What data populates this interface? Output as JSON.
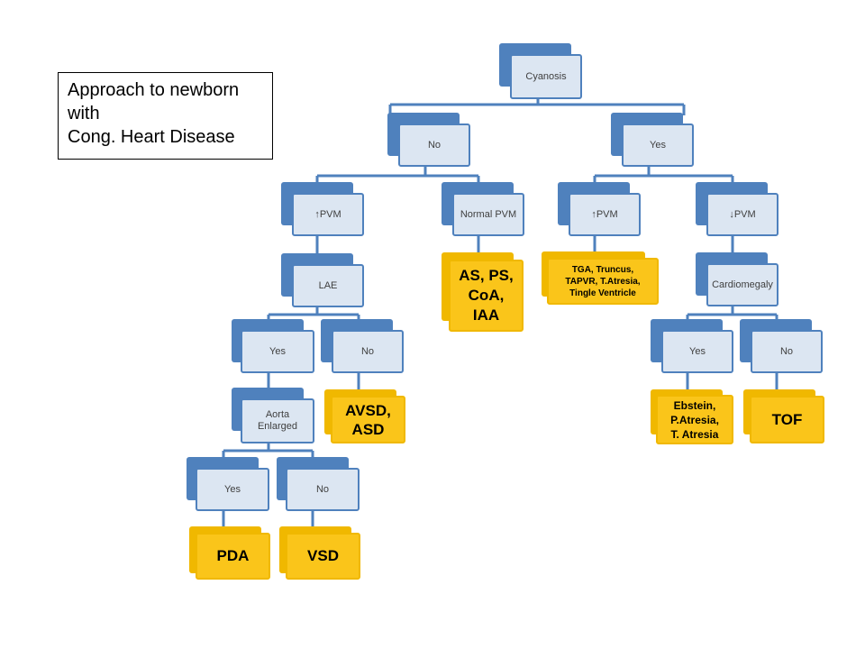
{
  "title": {
    "line1": "Approach to newborn",
    "line2": "with",
    "line3": "Cong. Heart Disease"
  },
  "nodes": {
    "cyanosis": "Cyanosis",
    "no": "No",
    "yes": "Yes",
    "no_pvm_up": "↑PVM",
    "no_pvm_normal": "Normal PVM",
    "yes_pvm_up": "↑PVM",
    "yes_pvm_down": "↓PVM",
    "lae": "LAE",
    "lae_yes": "Yes",
    "lae_no": "No",
    "aorta_l1": "Aorta",
    "aorta_l2": "Enlarged",
    "aorta_yes": "Yes",
    "aorta_no": "No",
    "cardiomegaly": "Cardiomegaly",
    "cardio_yes": "Yes",
    "cardio_no": "No"
  },
  "results": {
    "as_ps": [
      "AS, PS,",
      "CoA,",
      "IAA"
    ],
    "tga": [
      "TGA, Truncus,",
      "TAPVR, T.Atresia,",
      "Tingle Ventricle"
    ],
    "avsd": [
      "AVSD,",
      "ASD"
    ],
    "ebstein": [
      "Ebstein,",
      "P.Atresia,",
      "T. Atresia"
    ],
    "tof": [
      "TOF"
    ],
    "pda": [
      "PDA"
    ],
    "vsd": [
      "VSD"
    ]
  },
  "colors": {
    "connector": "#4f81bd",
    "box_fill": "#dce6f2",
    "result_fill": "#fac51a"
  }
}
